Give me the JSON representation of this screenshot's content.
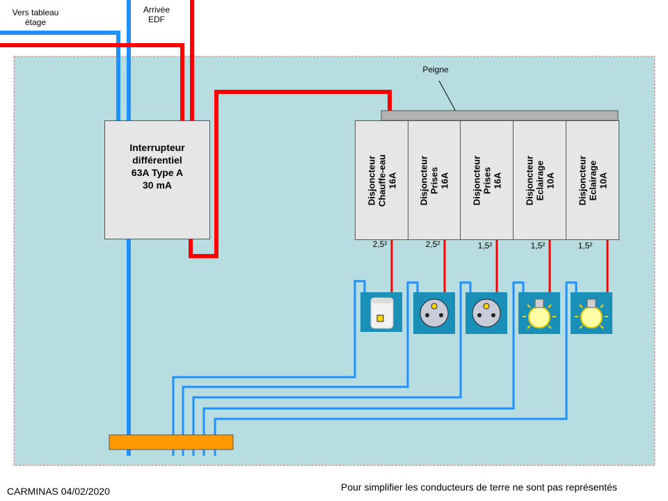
{
  "labels": {
    "vers_tableau": "Vers tableau\nétage",
    "arrivee": "Arrivée\nEDF",
    "peigne": "Peigne",
    "interrupteur": "Interrupteur\ndifférentiel\n63A Type A\n30 mA"
  },
  "breakers": [
    {
      "text": "Disjoncteur\nChauffe-eau\n16A",
      "section": "2,5²",
      "device": "water-heater-icon"
    },
    {
      "text": "Disjoncteur\nPrises\n16A",
      "section": "2,5²",
      "device": "socket-icon"
    },
    {
      "text": "Disjoncteur\nPrises\n16A",
      "section": "1,5²",
      "device": "socket-icon"
    },
    {
      "text": "Disjoncteur\nEclairage\n10A",
      "section": "1,5²",
      "device": "light-bulb-icon"
    },
    {
      "text": "Disjoncteur\nEclairage\n10A",
      "section": "1,5²",
      "device": "light-bulb-icon"
    }
  ],
  "footer": {
    "author": "CARMINAS 04/02/2020",
    "note": "Pour simplifier les conducteurs  de terre ne sont pas représentés"
  },
  "colors": {
    "panel": "#b8dde0",
    "phase": "#ff0000",
    "neutral": "#1e90ff",
    "device_tile": "#1a8fb8",
    "bornier": "#ff9900",
    "peigne": "#b3b3b3",
    "breaker": "#e6e6e6"
  }
}
